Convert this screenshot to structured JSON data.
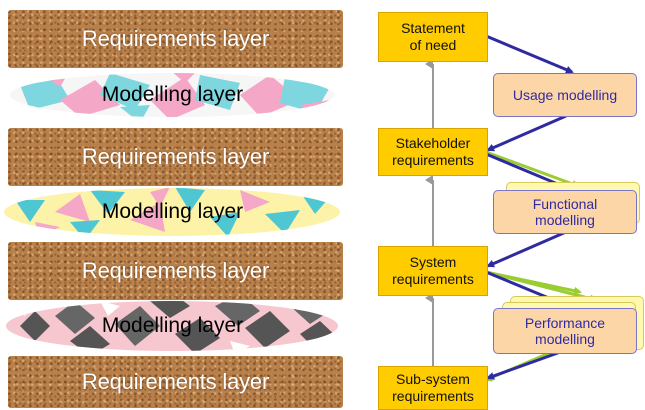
{
  "left_panel": {
    "layers": [
      {
        "type": "requirements",
        "label": "Requirements layer"
      },
      {
        "type": "modelling",
        "label": "Modelling layer",
        "style": "pink-cyan"
      },
      {
        "type": "requirements",
        "label": "Requirements layer"
      },
      {
        "type": "modelling",
        "label": "Modelling layer",
        "style": "yellow-cyan-triangles"
      },
      {
        "type": "requirements",
        "label": "Requirements layer"
      },
      {
        "type": "modelling",
        "label": "Modelling layer",
        "style": "pink-grey-diamonds"
      },
      {
        "type": "requirements",
        "label": "Requirements layer"
      }
    ]
  },
  "right_panel": {
    "requirement_boxes": [
      {
        "label": "Statement\nof need"
      },
      {
        "label": "Stakeholder\nrequirements"
      },
      {
        "label": "System\nrequirements"
      },
      {
        "label": "Sub-system\nrequirements"
      }
    ],
    "modelling_boxes": [
      {
        "label": "Usage modelling"
      },
      {
        "label": "Functional\nmodelling"
      },
      {
        "label": "Performance\nmodelling"
      }
    ]
  },
  "colors": {
    "requirement_fill": "#ffcc00",
    "modelling_fill": "#fdd6a8",
    "modelling_text": "#2f2aa0",
    "down_arrow": "#2f2aa0",
    "green_arrow": "#9acd32",
    "up_arrow": "#999999"
  }
}
